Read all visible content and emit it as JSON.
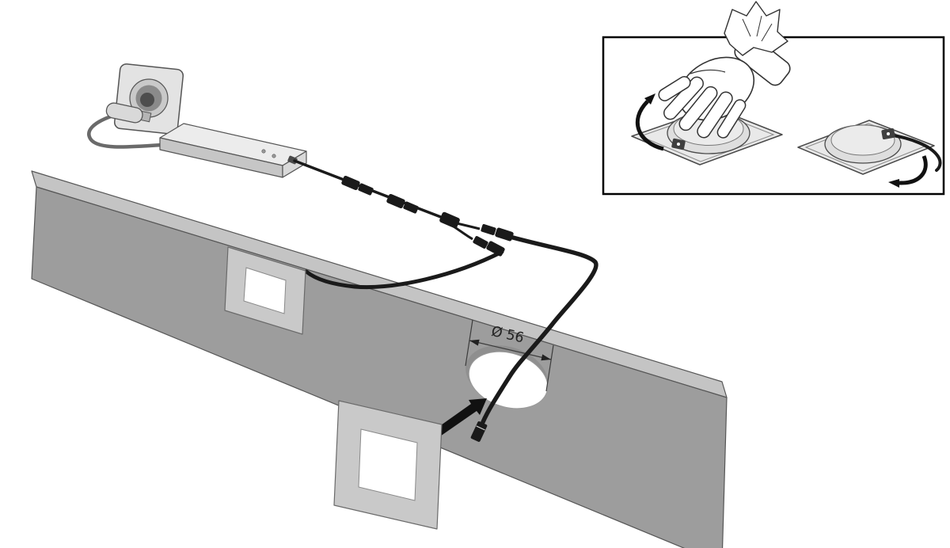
{
  "diagram": {
    "dimension_label": "Ø 56"
  },
  "legend": {
    "scene": "recessed-spotlight-installation-diagram",
    "parts": [
      "power-outlet",
      "power-plug",
      "led-driver",
      "cable-connector",
      "y-splitter",
      "mounted-spotlight",
      "mounting-hole",
      "spotlight-fixture",
      "insertion-arrow",
      "detail-inset-press-light"
    ]
  },
  "colors": {
    "panel_front": "#9d9d9d",
    "panel_top": "#c4c4c4",
    "light_frame": "#c9c9c9",
    "light_lens": "#ffffff",
    "cable": "#1a1a1a",
    "cord": "#6a6a6a",
    "driver_top": "#ececec",
    "driver_front": "#c6c6c6",
    "driver_end": "#d9d9d9",
    "outline": "#565656",
    "inset_border": "#000000",
    "arrow": "#111111"
  }
}
